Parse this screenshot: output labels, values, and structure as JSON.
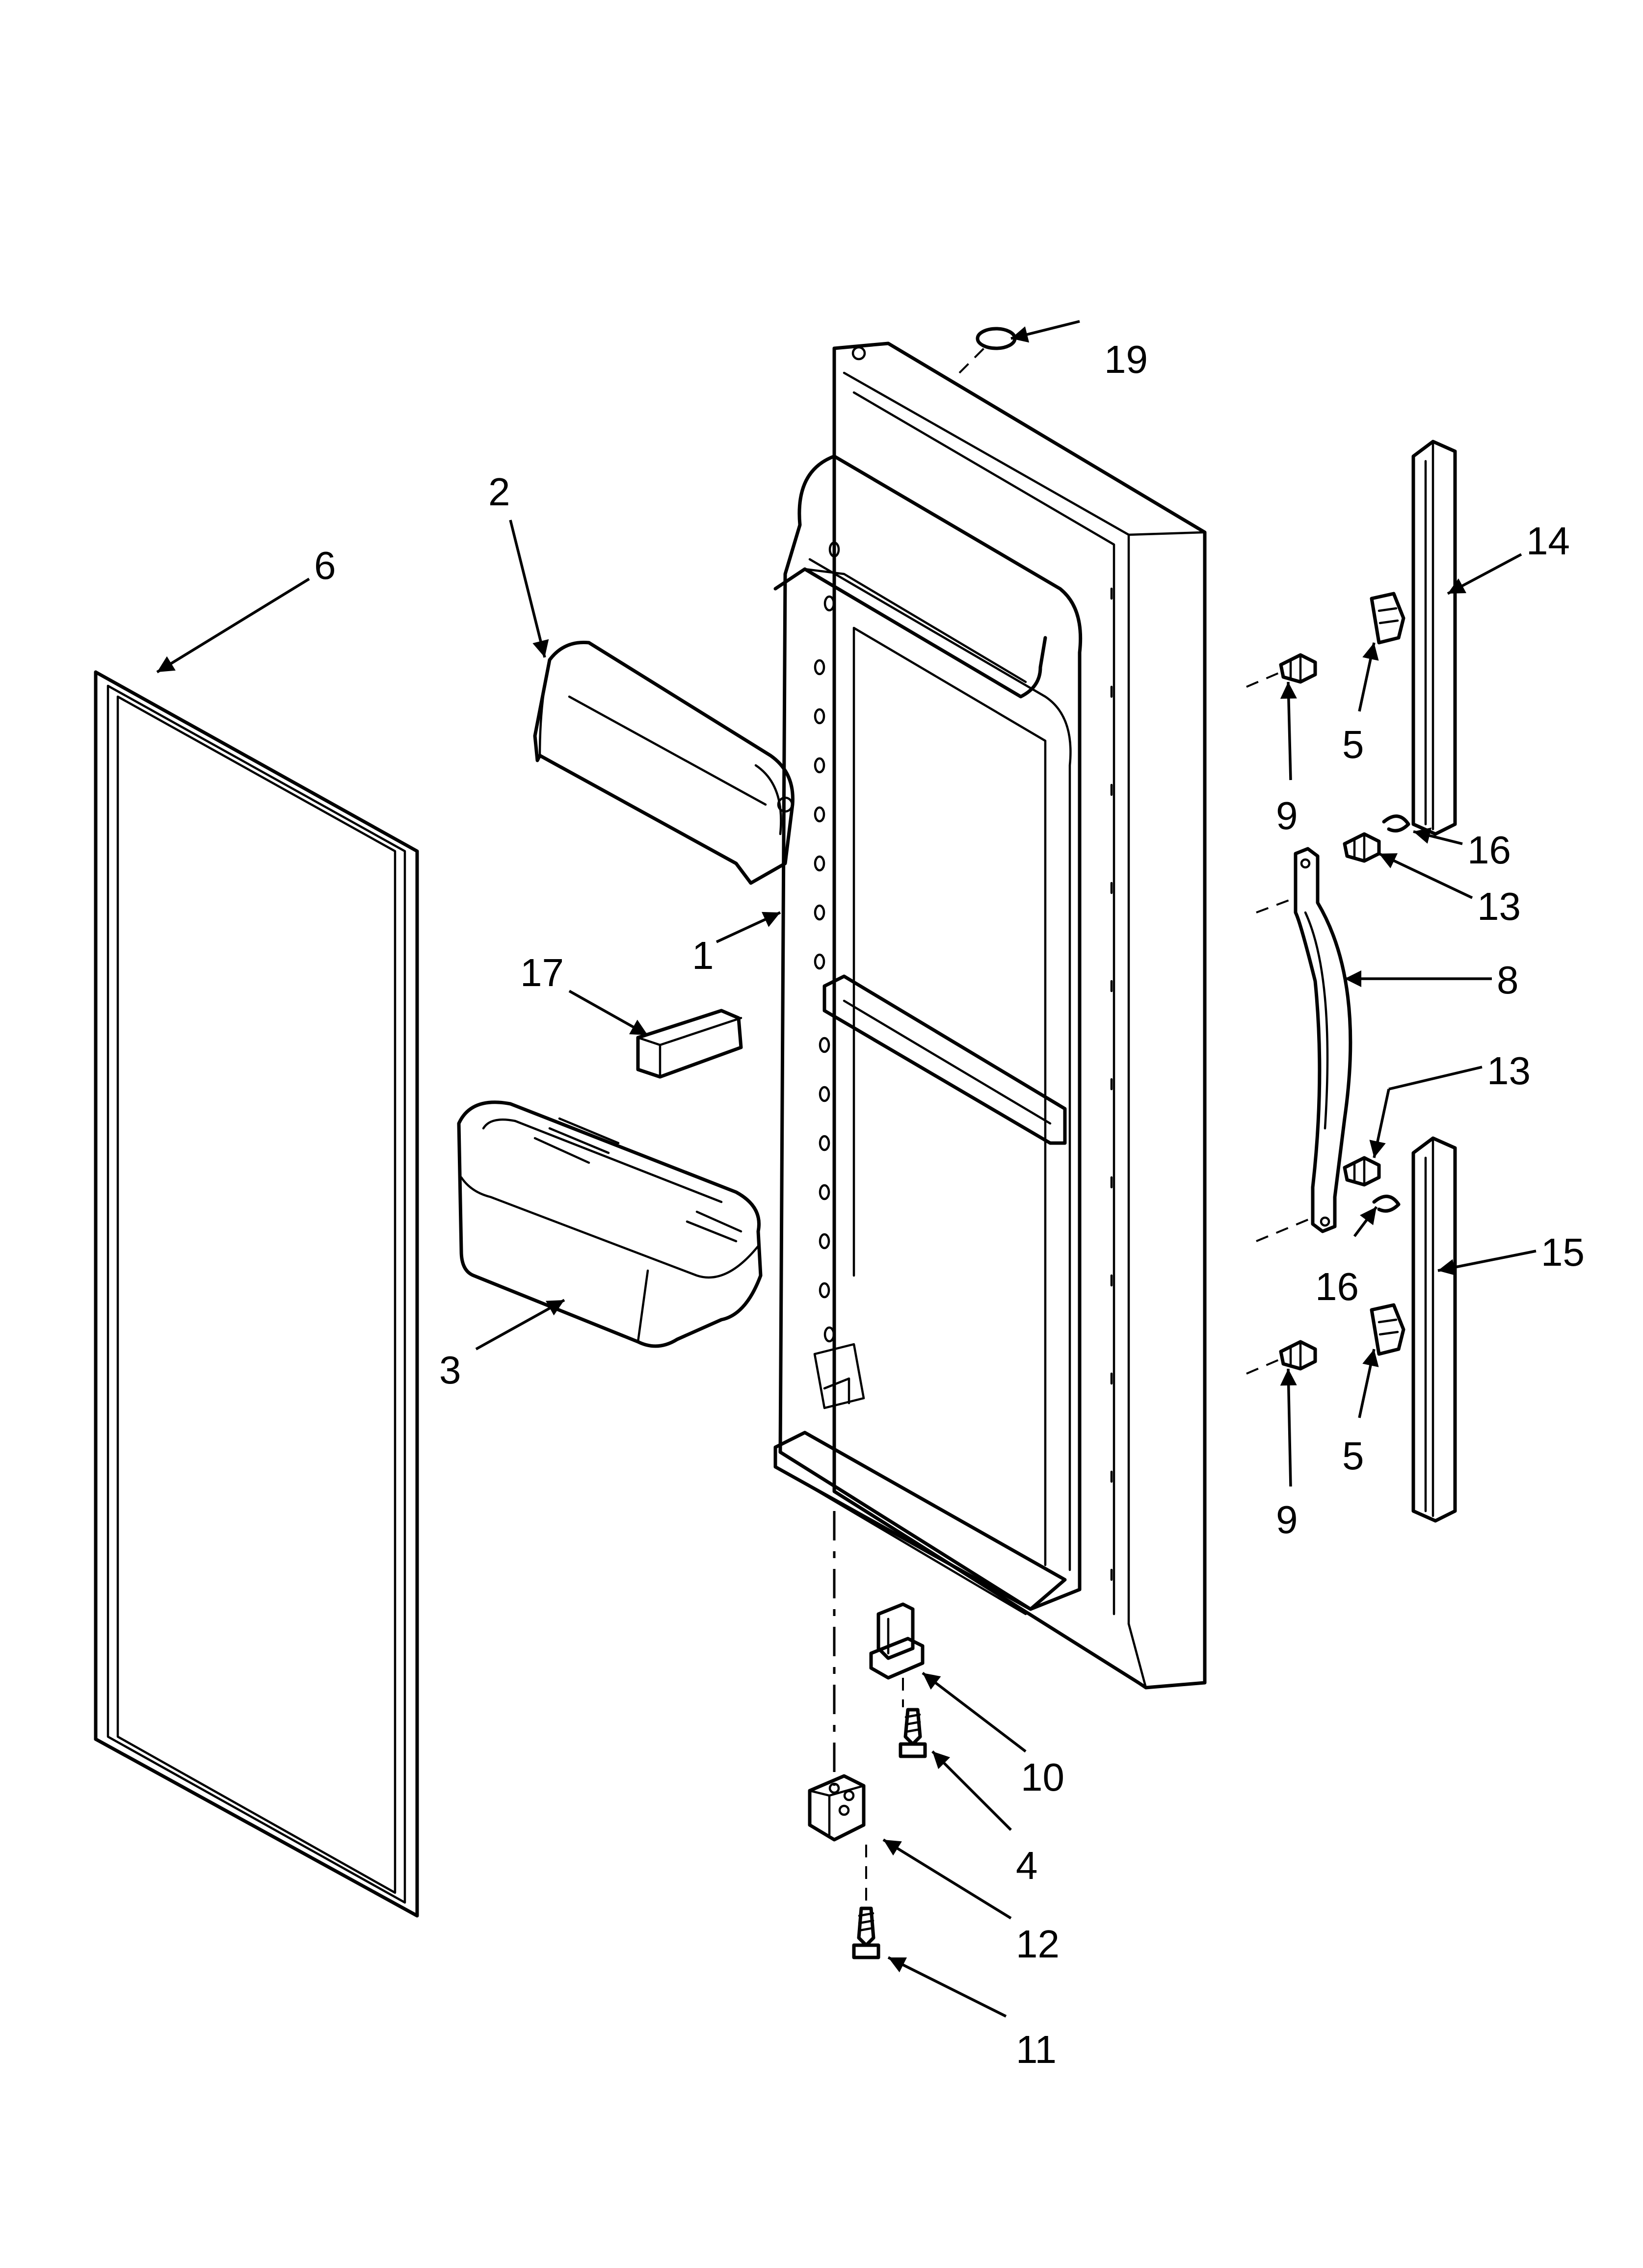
{
  "diagram": {
    "callouts": {
      "c1": "1",
      "c2": "2",
      "c3": "3",
      "c4": "4",
      "c5a": "5",
      "c5b": "5",
      "c6": "6",
      "c8": "8",
      "c9a": "9",
      "c9b": "9",
      "c10": "10",
      "c11": "11",
      "c12": "12",
      "c13a": "13",
      "c13b": "13",
      "c14": "14",
      "c15": "15",
      "c16a": "16",
      "c16b": "16",
      "c17": "17",
      "c19": "19"
    }
  }
}
